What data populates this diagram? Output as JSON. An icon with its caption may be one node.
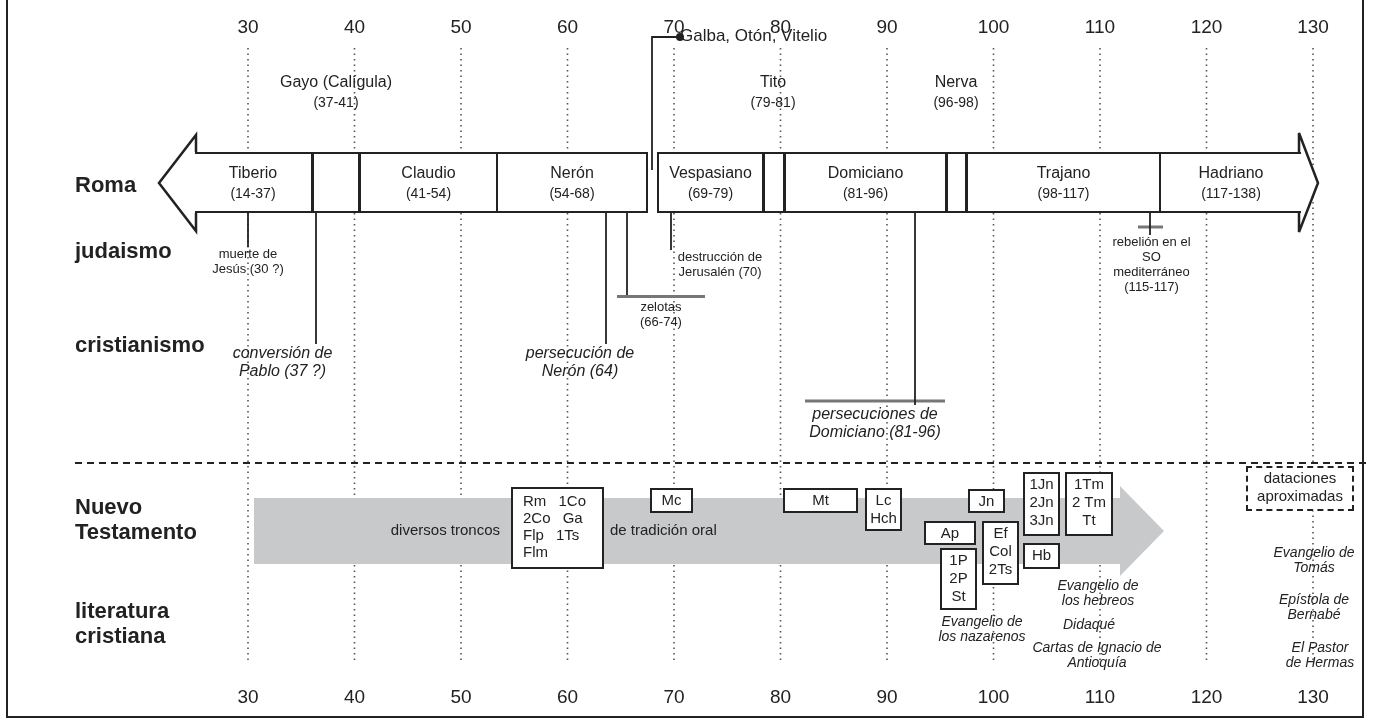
{
  "diagram": {
    "nodes": [
      {
        "text": [
          "Galba, Otón, Vitelio"
        ]
      },
      {
        "text": [
          "Gayo (Calígula)",
          "(37-41)"
        ]
      },
      {
        "text": [
          "Tito",
          "(79-81)"
        ]
      },
      {
        "text": [
          "Nerva",
          "(96-98)"
        ]
      },
      {
        "text": [
          "Tiberio",
          "(14-37)"
        ]
      },
      {
        "text": [
          "Claudio",
          "(41-54)"
        ]
      },
      {
        "text": [
          "Nerón",
          "(54-68)"
        ]
      },
      {
        "text": [
          "Vespasiano",
          "(69-79)"
        ]
      },
      {
        "text": [
          "Domiciano",
          "(81-96)"
        ]
      },
      {
        "text": [
          "Trajano",
          "(98-117)"
        ]
      },
      {
        "text": [
          "Hadriano",
          "(117-138)"
        ]
      },
      {
        "text": [
          "rebelión en el SO mediterráneo (115-117)"
        ]
      },
      {
        "text": [
          "muerte de Jesús (30 ?)"
        ]
      },
      {
        "text": [
          "destrucción de Jerusalén (70)"
        ]
      },
      {
        "text": [
          "zelotas (66-74)"
        ]
      },
      {
        "text": [
          "conversión de Pablo (37 ?)"
        ]
      },
      {
        "text": [
          "persecución de Nerón (64)"
        ]
      },
      {
        "text": [
          "persecuciones de Domiciano (81-96)"
        ]
      },
      {
        "text": [
          "dataciones aproximadas"
        ]
      },
      {
        "text": [
          "Rm 1Co 2Co Ga Flp 1Ts Flm"
        ],
        "in": 26
      },
      {
        "text": [
          "Mc"
        ],
        "in": 26
      },
      {
        "text": [
          "Mt"
        ],
        "in": 26
      },
      {
        "text": [
          "Lc Hch"
        ],
        "in": 26
      },
      {
        "text": [
          "Jn"
        ],
        "in": 26
      },
      {
        "text": [
          "1Jn 2Jn 3Jn"
        ]
      },
      {
        "text": [
          "1Tm 2 Tm Tt"
        ]
      },
      {
        "text": [
          "diversos troncos",
          "de tradición oral"
        ]
      },
      {
        "text": [
          "Ap"
        ],
        "in": 26
      },
      {
        "text": [
          "Ef Col 2Ts"
        ]
      },
      {
        "text": [
          "Hb"
        ],
        "in": 26
      },
      {
        "text": [
          "1P 2P St"
        ]
      }
    ],
    "edges": [
      {
        "from": 12,
        "to": 4,
        "arrow": "none"
      },
      {
        "from": 15,
        "to": 1,
        "arrow": "none"
      },
      {
        "from": 16,
        "to": 6,
        "arrow": "none"
      },
      {
        "from": 14,
        "to": 6,
        "arrow": "none"
      },
      {
        "from": 13,
        "to": 7,
        "arrow": "none"
      },
      {
        "from": 0,
        "to": 7,
        "arrow": "other"
      },
      {
        "from": 17,
        "to": 8,
        "arrow": "none"
      },
      {
        "from": 11,
        "to": 9,
        "arrow": "none"
      }
    ],
    "labels": [
      "30",
      "40",
      "50",
      "60",
      "70",
      "80",
      "90",
      "100",
      "110",
      "120",
      "130",
      "Roma",
      "judaismo",
      "cristianismo",
      "Nuevo Testamento",
      "literatura cristiana",
      "Evangelio de Tomás",
      "Epístola de Bernabé",
      "Evangelio de los hebreos",
      "Didaqué",
      "Evangelio de los nazarenos",
      "Cartas de Ignacio de Antioquía",
      "El Pastor de Hermas",
      "30",
      "40",
      "50",
      "60",
      "70",
      "80",
      "90",
      "100",
      "110",
      "120",
      "130"
    ]
  }
}
